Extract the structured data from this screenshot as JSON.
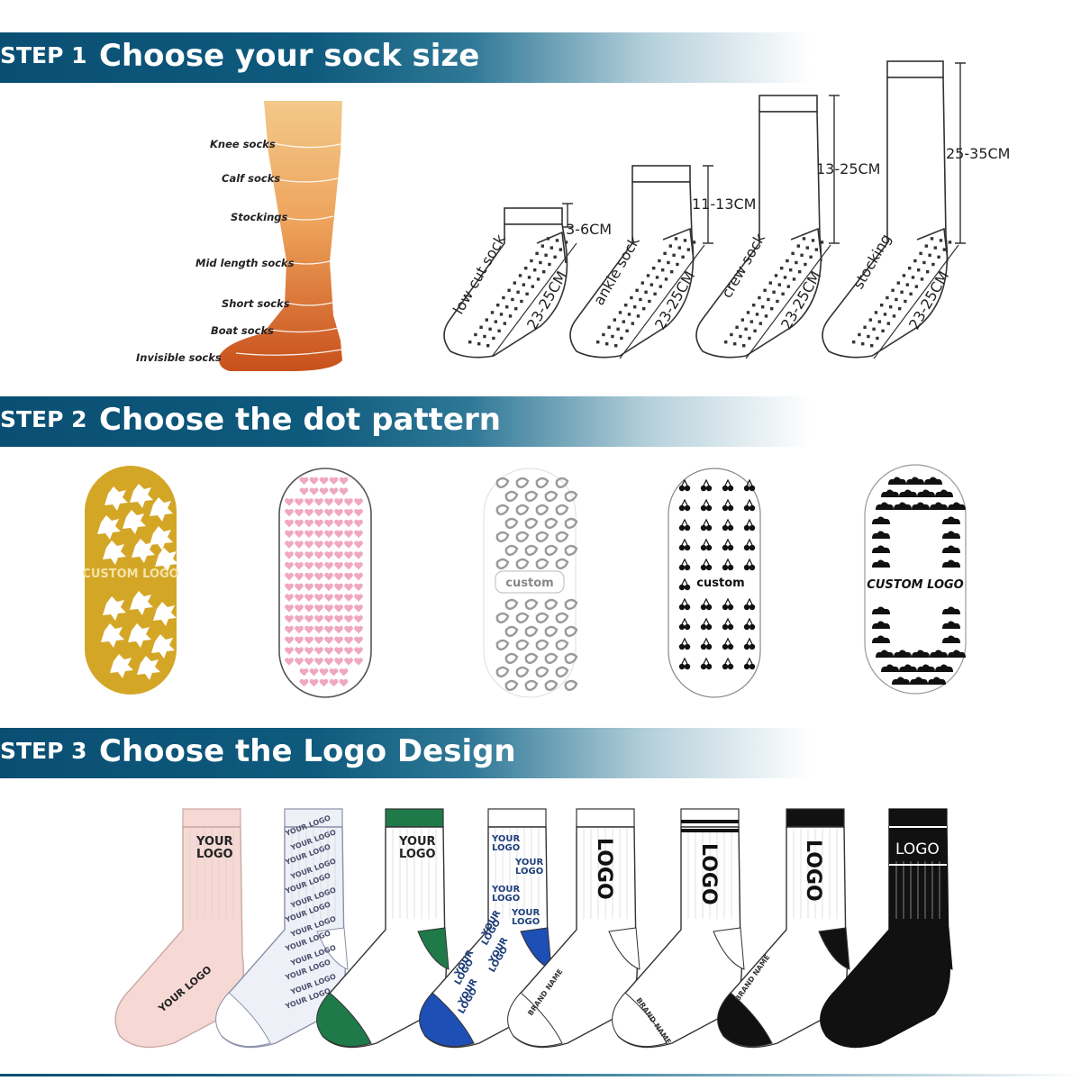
{
  "steps": [
    {
      "step": "STEP 1",
      "title": "Choose your sock size"
    },
    {
      "step": "STEP 2",
      "title": "Choose the dot pattern"
    },
    {
      "step": "STEP 3",
      "title": "Choose the Logo Design"
    }
  ],
  "leg_labels": [
    "Knee socks",
    "Calf socks",
    "Stockings",
    "Mid length socks",
    "Short socks",
    "Boat socks",
    "Invisible socks"
  ],
  "sizes": [
    {
      "name": "low cut sock",
      "height": "3-6CM",
      "foot": "23-25CM"
    },
    {
      "name": "ankle sock",
      "height": "11-13CM",
      "foot": "23-25CM"
    },
    {
      "name": "crew sock",
      "height": "13-25CM",
      "foot": "23-25CM"
    },
    {
      "name": "stocking",
      "height": "25-35CM",
      "foot": "23-25CM"
    }
  ],
  "patterns": [
    {
      "label": "CUSTOM LOGO",
      "bg": "#d4a626",
      "mark": "#ffffff"
    },
    {
      "label": "",
      "bg": "#ffffff",
      "mark": "#f0a7c2"
    },
    {
      "label": "custom",
      "bg": "#ffffff",
      "mark": "#9a9a9a"
    },
    {
      "label": "custom",
      "bg": "#ffffff",
      "mark": "#111111"
    },
    {
      "label": "CUSTOM LOGO",
      "bg": "#ffffff",
      "mark": "#111111"
    }
  ],
  "logo_designs": {
    "your_logo": "YOUR",
    "your_logo2": "LOGO",
    "your_logo_line": "YOUR LOGO",
    "logo": "LOGO",
    "brand": "BRAND NAME"
  },
  "colors": {
    "band": "#0a4f73",
    "pink": "#f6d9d4",
    "green": "#1f7a4a",
    "blue": "#1e4fb5",
    "mustard": "#d4a626"
  }
}
